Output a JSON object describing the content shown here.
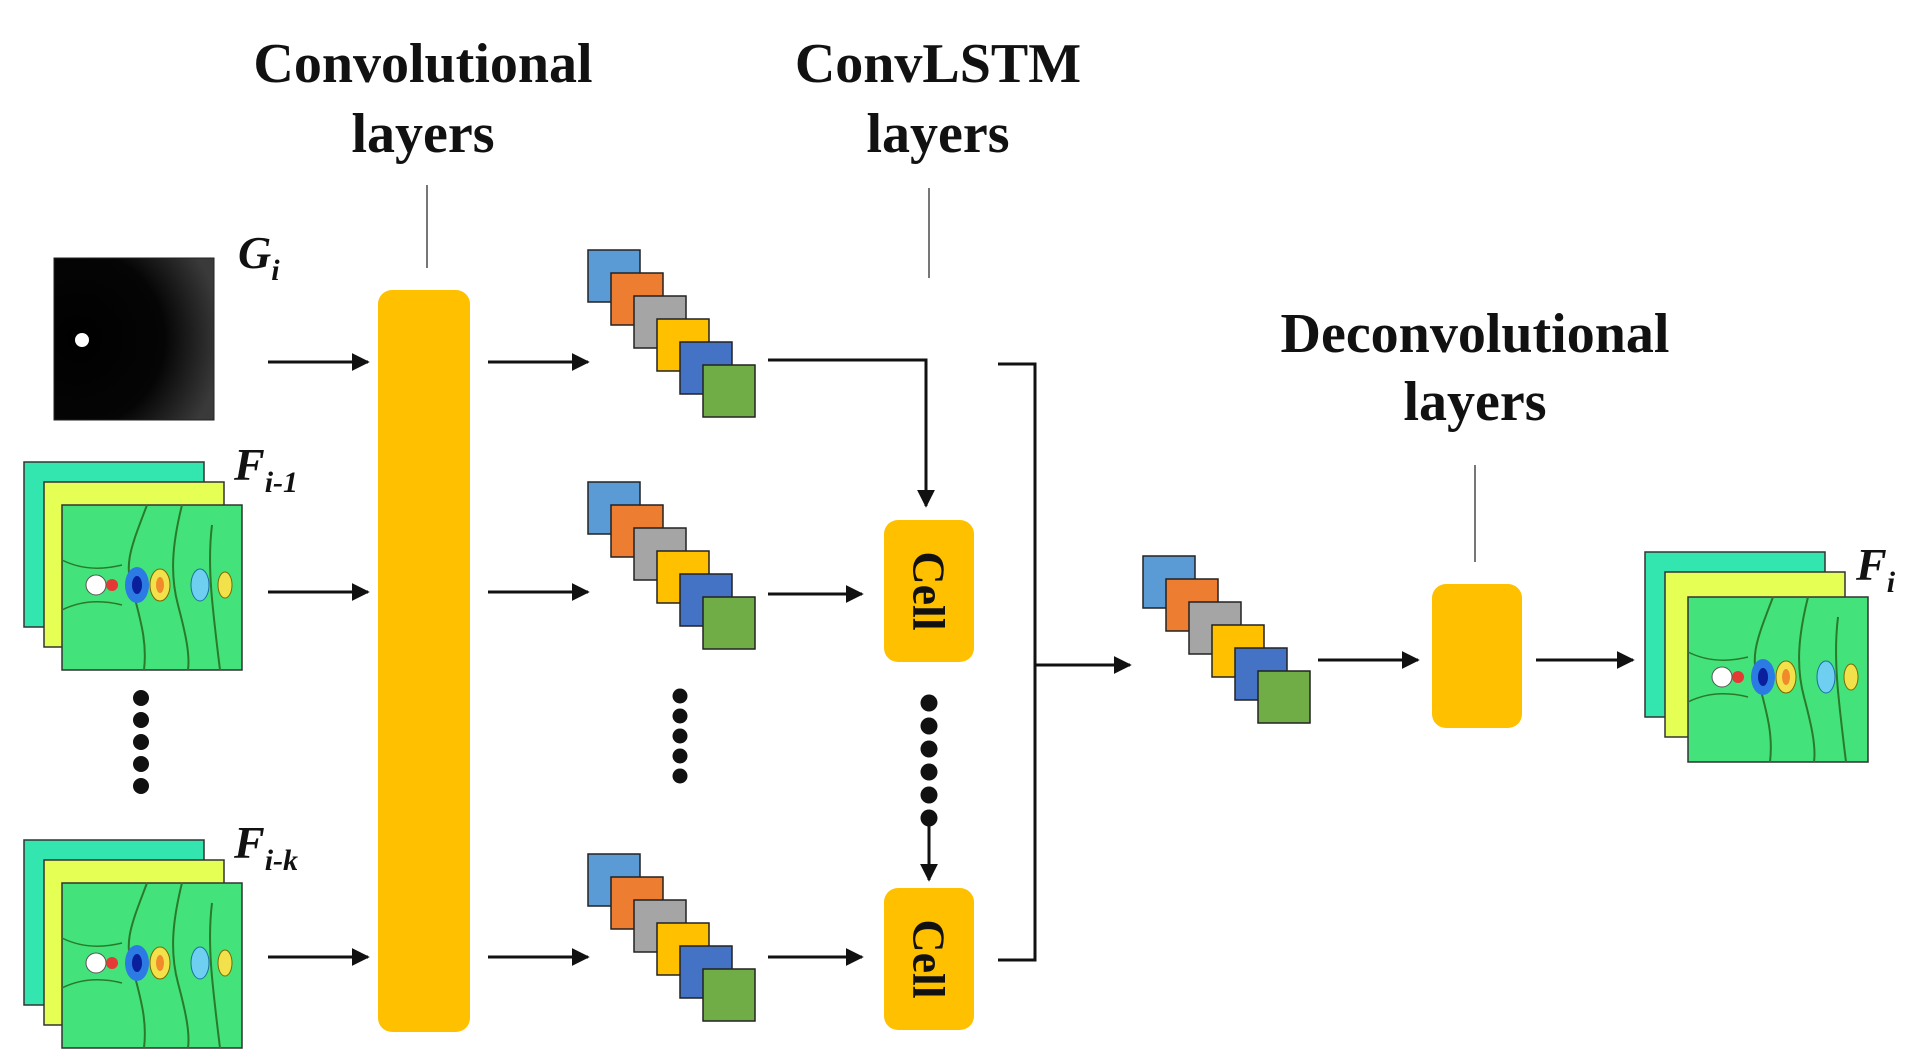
{
  "headings": {
    "conv": [
      "Convolutional",
      "layers"
    ],
    "convlstm": [
      "ConvLSTM",
      "layers"
    ],
    "deconv": [
      "Deconvolutional",
      "layers"
    ]
  },
  "inputs": {
    "geometry": {
      "base": "G",
      "sub": "i"
    },
    "frame_prev": {
      "base": "F",
      "sub": "i-1"
    },
    "frame_k": {
      "base": "F",
      "sub": "i-k"
    }
  },
  "output": {
    "base": "F",
    "sub": "i"
  },
  "cells": [
    "Cell",
    "Cell"
  ],
  "colors": {
    "block": "#FFC000",
    "feature_maps": [
      "#5B9BD5",
      "#ED7D31",
      "#A5A5A5",
      "#FFC000",
      "#4472C4",
      "#70AD47"
    ],
    "field_layers": [
      "#33E6B0",
      "#E6FF55",
      "#44E27A"
    ]
  }
}
